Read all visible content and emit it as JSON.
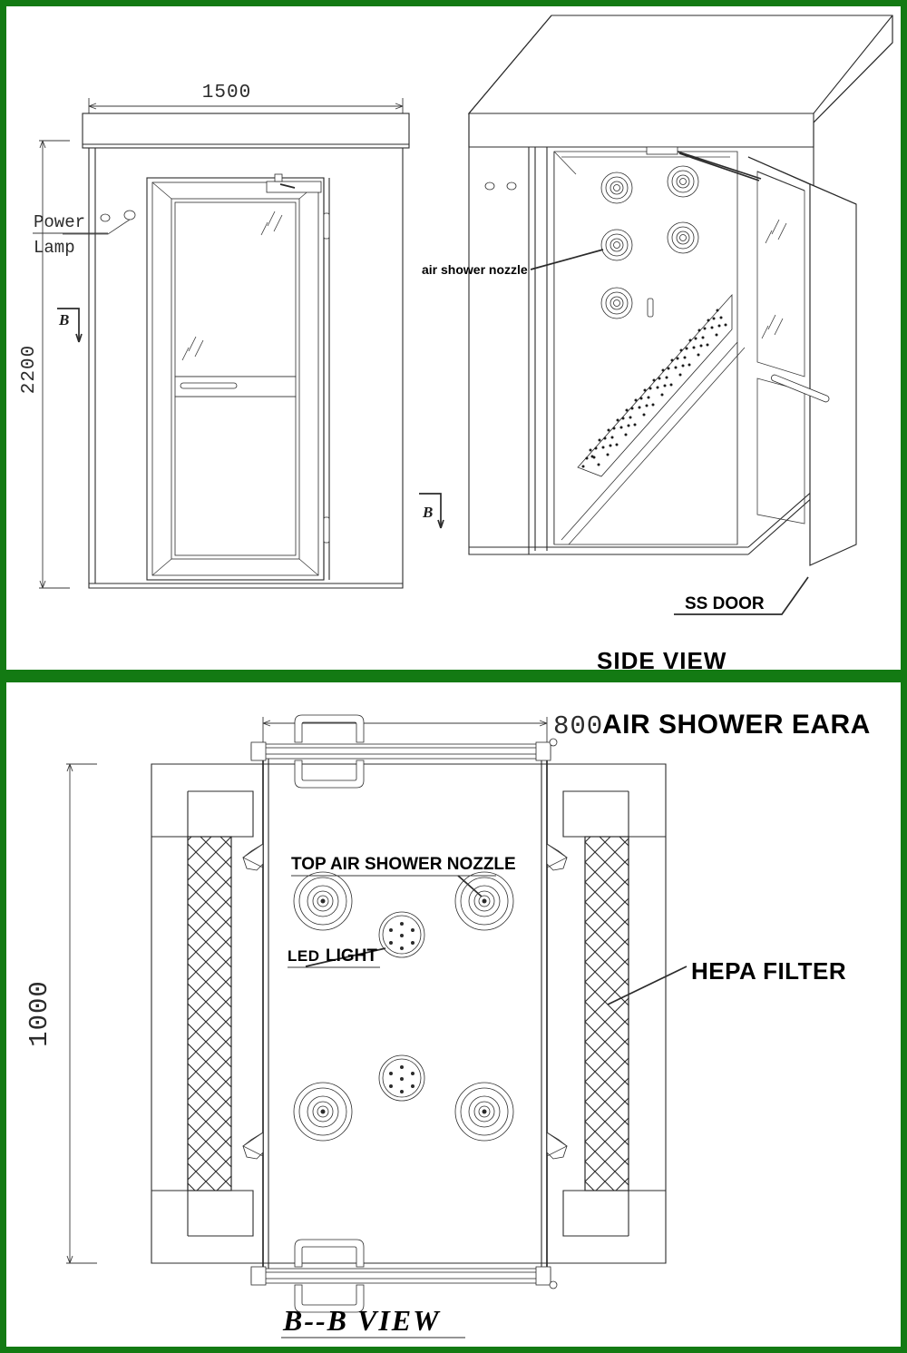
{
  "document": {
    "type": "technical-drawing",
    "subject": "Air Shower Clean Room Equipment",
    "border_color": "#137a13",
    "line_color": "#2b2b2b",
    "background": "#ffffff"
  },
  "top_panel": {
    "title": "SIDE VIEW",
    "dimensions": {
      "width_label": "1500",
      "height_label": "2200"
    },
    "section_marks": {
      "upper": "B",
      "lower": "B"
    },
    "annotations": {
      "power": "Power",
      "lamp": "Lamp",
      "nozzle": "air shower nozzle",
      "door": "SS DOOR"
    }
  },
  "bottom_panel": {
    "title": "B--B VIEW",
    "dimensions": {
      "width_value": "800",
      "width_name": "AIR SHOWER EARA",
      "height_label": "1000"
    },
    "annotations": {
      "top_nozzle": "TOP AIR SHOWER NOZZLE",
      "led_light_a": "LED",
      "led_light_b": "LIGHT",
      "hepa": "HEPA FILTER"
    },
    "components": {
      "nozzle_count": 4,
      "led_count": 2,
      "hepa_filter_count": 2,
      "door_handle_count": 2,
      "latch_count": 4
    }
  }
}
